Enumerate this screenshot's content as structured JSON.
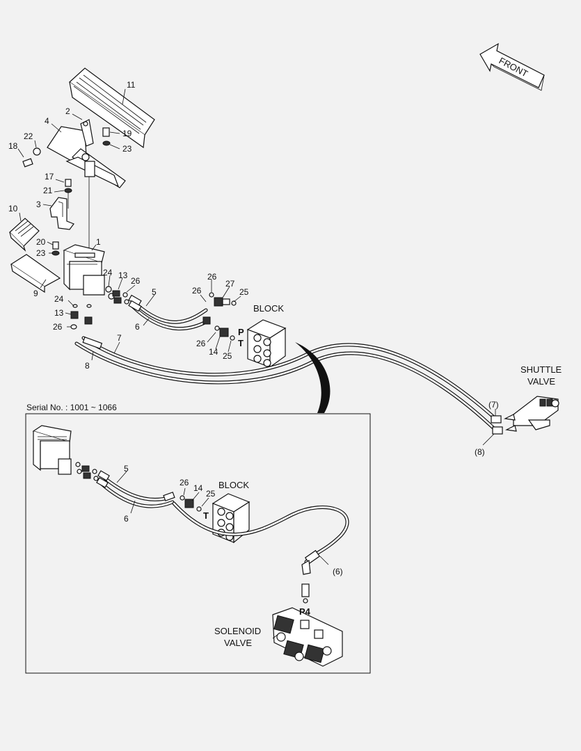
{
  "labels": {
    "front": "FRONT",
    "block_top": "BLOCK",
    "block_inset": "BLOCK",
    "shuttle_valve_l1": "SHUTTLE",
    "shuttle_valve_l2": "VALVE",
    "solenoid_valve_l1": "SOLENOID",
    "solenoid_valve_l2": "VALVE",
    "serial_no": "Serial No. : 1001 ~ 1066",
    "port_p": "P",
    "port_t": "T",
    "port_t_inset": "T",
    "port_p4": "P4"
  },
  "callouts": {
    "c1": "1",
    "c2": "2",
    "c3": "3",
    "c4": "4",
    "c5": "5",
    "c6": "6",
    "c7": "7",
    "c8": "8",
    "c9": "9",
    "c10": "10",
    "c11": "11",
    "c13a": "13",
    "c13b": "13",
    "c14": "14",
    "c17": "17",
    "c18": "18",
    "c19": "19",
    "c20": "20",
    "c21": "21",
    "c22": "22",
    "c23a": "23",
    "c23b": "23",
    "c24a": "24",
    "c24b": "24",
    "c25a": "25",
    "c25b": "25",
    "c26a": "26",
    "c26b": "26",
    "c26c": "26",
    "c26d": "26",
    "c26e": "26",
    "c27": "27",
    "c7p": "(7)",
    "c8p": "(8)",
    "i5": "5",
    "i6": "6",
    "i14": "14",
    "i25": "25",
    "i26": "26",
    "i6p": "(6)"
  }
}
